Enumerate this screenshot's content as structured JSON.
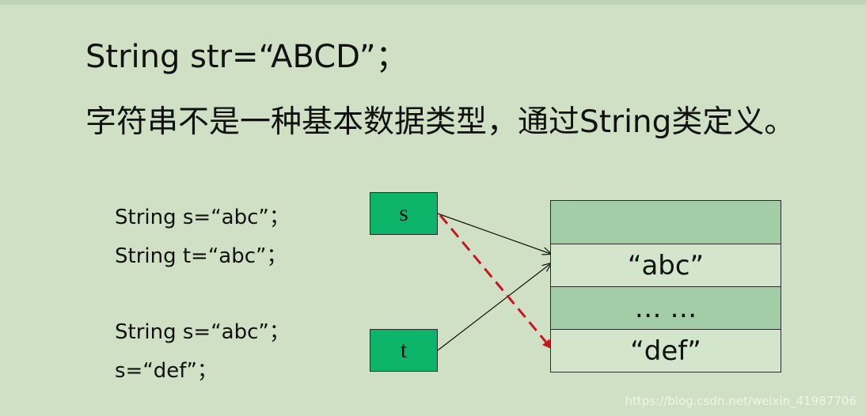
{
  "title": "String str=“ABCD”；",
  "subtitle": "字符串不是一种基本数据类型，通过String类定义。",
  "code_lines": [
    "String s=“abc”；",
    "String t=“abc”；",
    "String s=“abc”；",
    "s=“def”；"
  ],
  "variables": {
    "s": "s",
    "t": "t"
  },
  "memory_cells": [
    "",
    "“abc”",
    "… …",
    "“def”"
  ],
  "colors": {
    "background": "#cfe0c5",
    "variable_box": "#0db56b",
    "memory_dark": "#a3cda6",
    "memory_light": "#d3e6cc",
    "reassign_arrow": "#c8161d"
  },
  "watermark": "https://blog.csdn.net/weixin_41987706"
}
